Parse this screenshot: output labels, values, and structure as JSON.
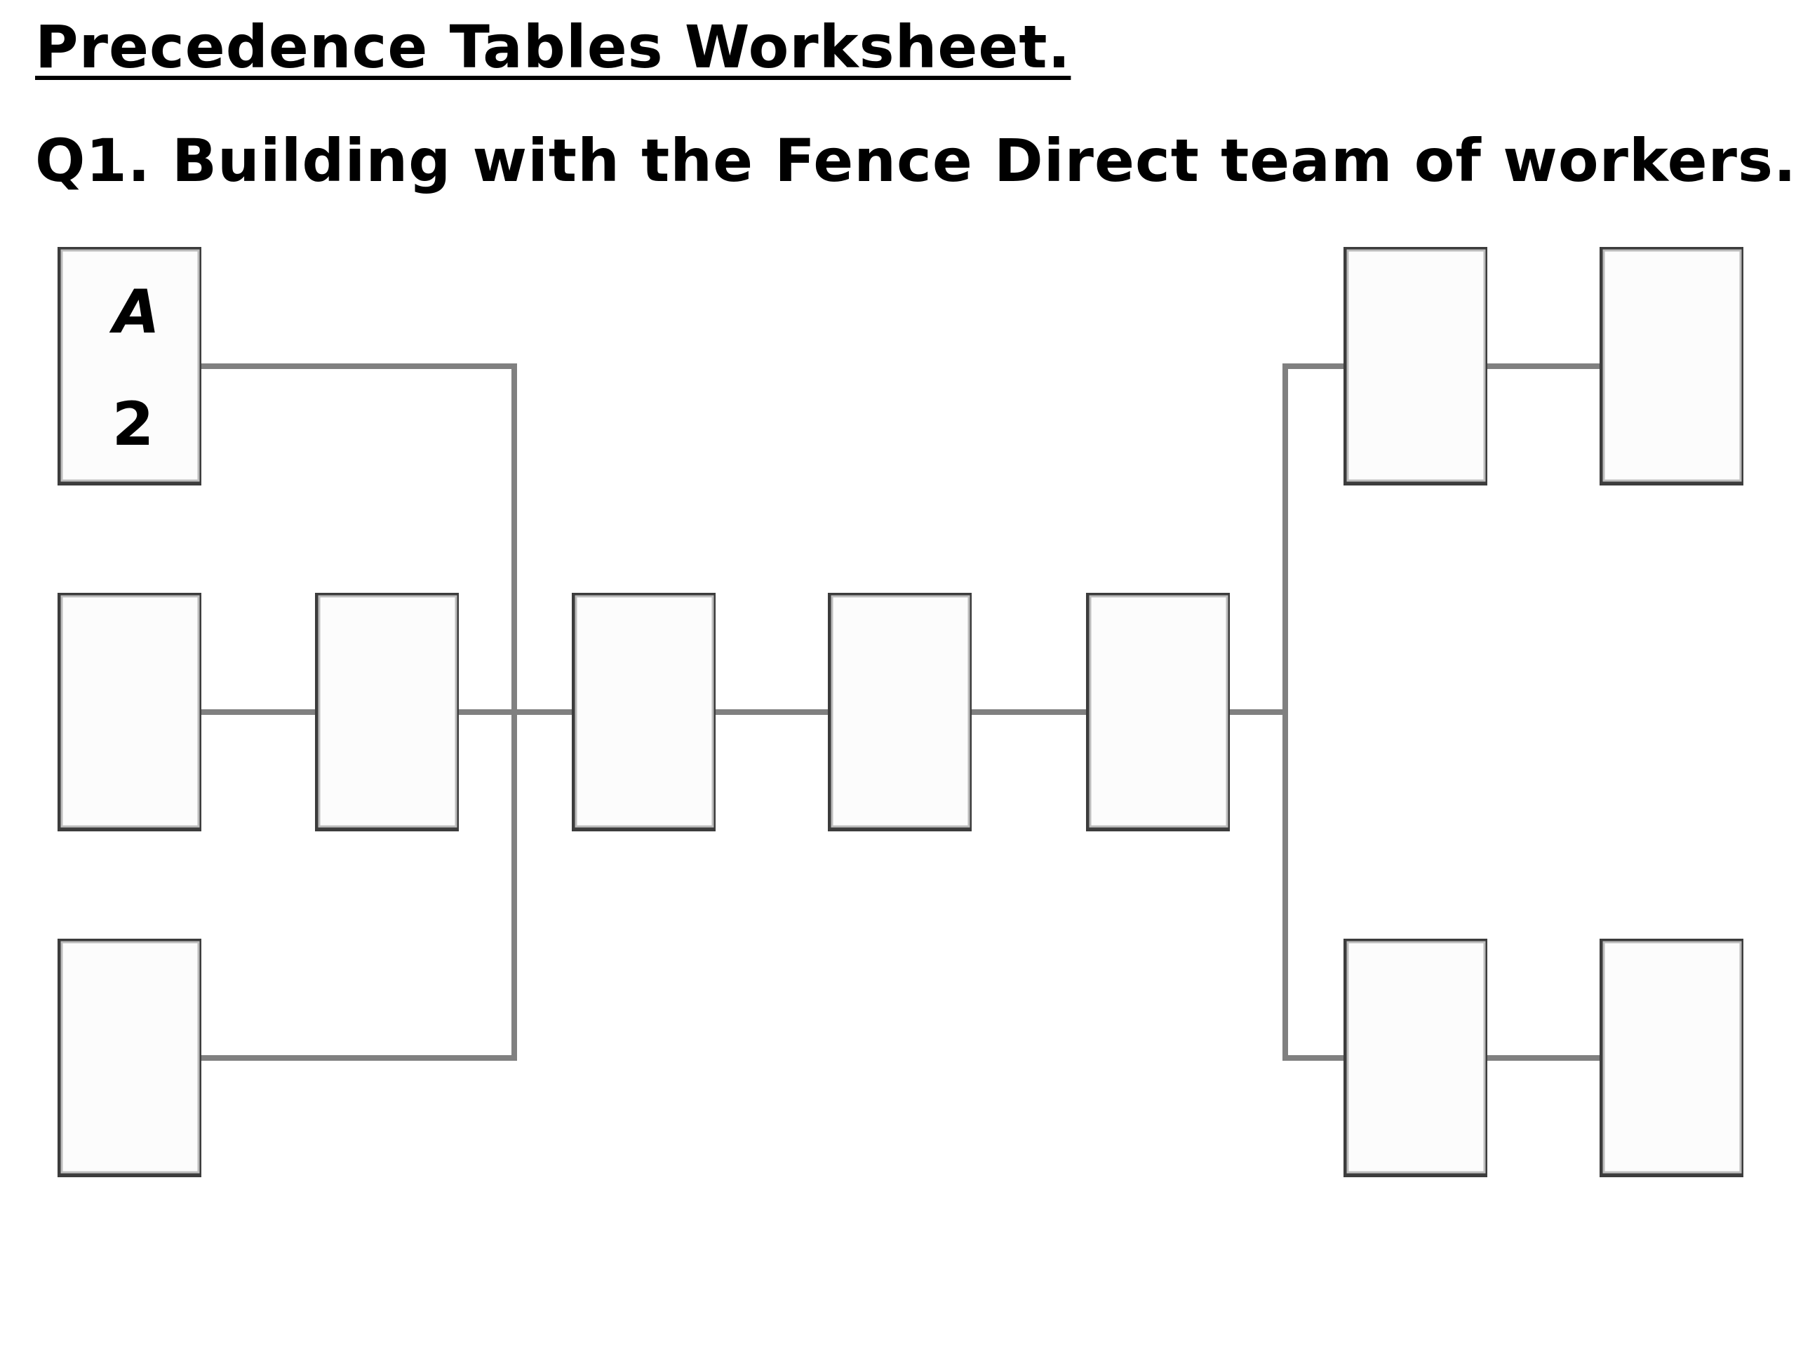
{
  "worksheet": {
    "title": "Precedence Tables Worksheet.",
    "question": "Q1. Building with the Fence Direct team of workers."
  },
  "diagram": {
    "nodes": [
      {
        "id": "n1",
        "activity": "A",
        "duration": "2"
      },
      {
        "id": "n2",
        "activity": "",
        "duration": ""
      },
      {
        "id": "n3",
        "activity": "",
        "duration": ""
      },
      {
        "id": "n4",
        "activity": "",
        "duration": ""
      },
      {
        "id": "n5",
        "activity": "",
        "duration": ""
      },
      {
        "id": "n6",
        "activity": "",
        "duration": ""
      },
      {
        "id": "n7",
        "activity": "",
        "duration": ""
      },
      {
        "id": "n8",
        "activity": "",
        "duration": ""
      },
      {
        "id": "n9",
        "activity": "",
        "duration": ""
      },
      {
        "id": "n10",
        "activity": "",
        "duration": ""
      },
      {
        "id": "n11",
        "activity": "",
        "duration": ""
      }
    ],
    "edges": [
      {
        "from": "n1",
        "to": "n5"
      },
      {
        "from": "n2",
        "to": "n3"
      },
      {
        "from": "n3",
        "to": "n5"
      },
      {
        "from": "n4",
        "to": "n5"
      },
      {
        "from": "n5",
        "to": "n6"
      },
      {
        "from": "n6",
        "to": "n7"
      },
      {
        "from": "n7",
        "to": "n8"
      },
      {
        "from": "n7",
        "to": "n10"
      },
      {
        "from": "n8",
        "to": "n9"
      },
      {
        "from": "n10",
        "to": "n11"
      }
    ]
  }
}
